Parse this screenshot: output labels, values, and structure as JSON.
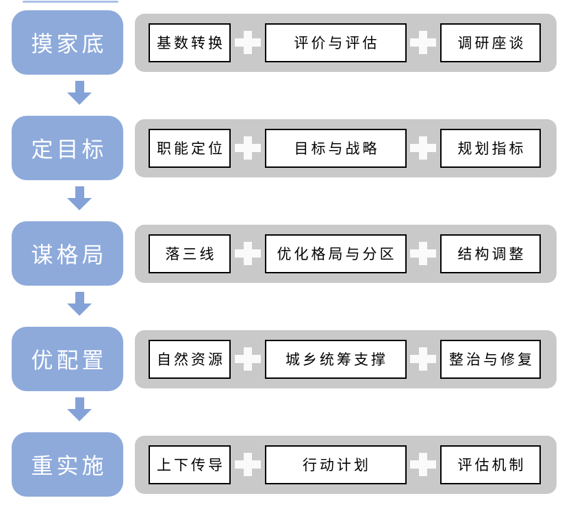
{
  "colors": {
    "stage_blue": "#8eaadb",
    "bar_gray": "#c9c9c9",
    "arrow_blue": "#84a2d8",
    "plus_white": "#fafafa",
    "box_border": "#000000",
    "fragment_blue": "#a9c0e8"
  },
  "icons": {
    "plus": "plus-icon",
    "arrow": "down-arrow-icon"
  },
  "rows": [
    {
      "stage": "摸家底",
      "items": [
        "基数转换",
        "评价与评估",
        "调研座谈"
      ]
    },
    {
      "stage": "定目标",
      "items": [
        "职能定位",
        "目标与战略",
        "规划指标"
      ]
    },
    {
      "stage": "谋格局",
      "items": [
        "落三线",
        "优化格局与分区",
        "结构调整"
      ]
    },
    {
      "stage": "优配置",
      "items": [
        "自然资源",
        "城乡统筹支撑",
        "整治与修复"
      ]
    },
    {
      "stage": "重实施",
      "items": [
        "上下传导",
        "行动计划",
        "评估机制"
      ]
    }
  ]
}
